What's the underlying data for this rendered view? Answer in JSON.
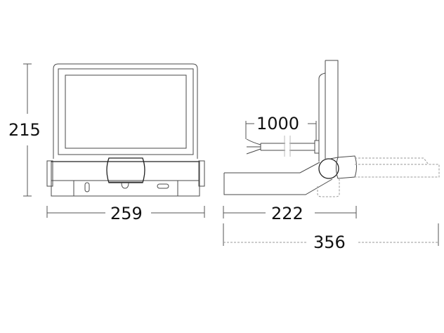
{
  "drawing": {
    "type": "technical dimension drawing",
    "subject": "LED floodlight with sensor",
    "units": "mm",
    "colors": {
      "line": "#4a4a4a",
      "dimension_line": "#555555",
      "dashed_outline": "#9a9a9a",
      "text": "#111111",
      "background": "#ffffff"
    }
  },
  "front_view": {
    "height_label": "215",
    "width_label": "259"
  },
  "side_view": {
    "cable_length_label": "1000",
    "depth_label": "222",
    "max_depth_label": "356"
  }
}
